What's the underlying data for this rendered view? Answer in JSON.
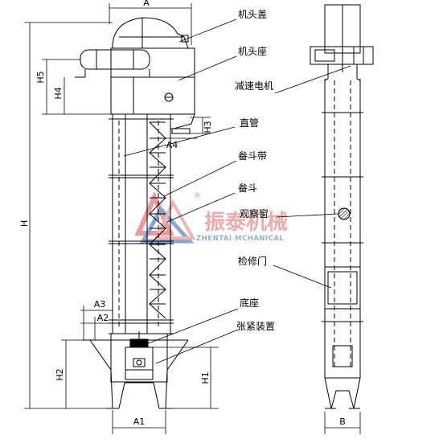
{
  "dimensions": {
    "A": "A",
    "A1": "A1",
    "A2": "A2",
    "A3": "A3",
    "A4": "A4",
    "B": "B",
    "H": "H",
    "H1": "H1",
    "H2": "H2",
    "H3": "H3",
    "H4": "H4",
    "H5": "H5"
  },
  "callouts": {
    "head_cover": "机头盖",
    "head_seat": "机头座",
    "reducer_motor": "减速电机",
    "straight_pipe": "直管",
    "bucket_belt": "畚斗带",
    "bucket": "畚斗",
    "observation_window": "观察窗",
    "access_door": "检修门",
    "base": "底座",
    "tensioner": "张紧装置"
  },
  "watermark": {
    "brand_cn": "振泰机械",
    "brand_en": "ZHENTAI MCHANICAL",
    "registered": "®"
  },
  "colors": {
    "line": "#000000",
    "watermark_red": "#d94a4a",
    "watermark_blue": "#2a5db0"
  }
}
